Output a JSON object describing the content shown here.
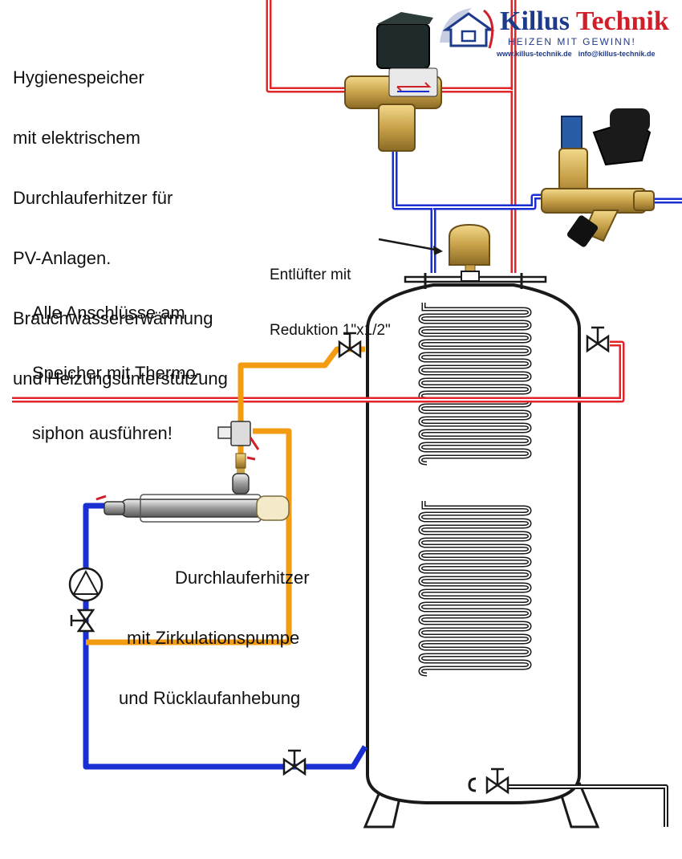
{
  "labels": {
    "title_lines": [
      "Hygienespeicher",
      "mit elektrischem",
      "Durchlauferhitzer für",
      "PV-Anlagen.",
      "Brauchwassererwärmung",
      "und Heizungsunterstützung"
    ],
    "note_lines": [
      "Alle Anschlüsse am",
      "Speicher mit Thermo-",
      "siphon ausführen!"
    ],
    "vent_lines": [
      "Entlüfter mit",
      "Reduktion 1\"x1/2\""
    ],
    "heater_lines": [
      "Durchlauferhitzer",
      "mit Zirkulationspumpe",
      "und Rücklaufanhebung"
    ]
  },
  "brand": {
    "name_part1": "Killus",
    "name_part2": "Technik",
    "slogan": "HEIZEN MIT GEWINN!",
    "website": "www.killus-technik.de",
    "email": "info@killus-technik.de"
  },
  "colors": {
    "hot_pipe": "#e0262b",
    "cold_pipe": "#1a2fd1",
    "circulation_pipe": "#f39c12",
    "outline": "#1a1a1a",
    "brass": "#c9a24a",
    "brand_blue": "#1e3a8a",
    "brand_red": "#d11f2a"
  },
  "icons": [
    "house-logo-icon",
    "mixing-valve-icon",
    "safety-group-icon",
    "air-vent-icon",
    "pump-icon",
    "shutoff-valve-icon",
    "heat-exchanger-coil-icon"
  ]
}
